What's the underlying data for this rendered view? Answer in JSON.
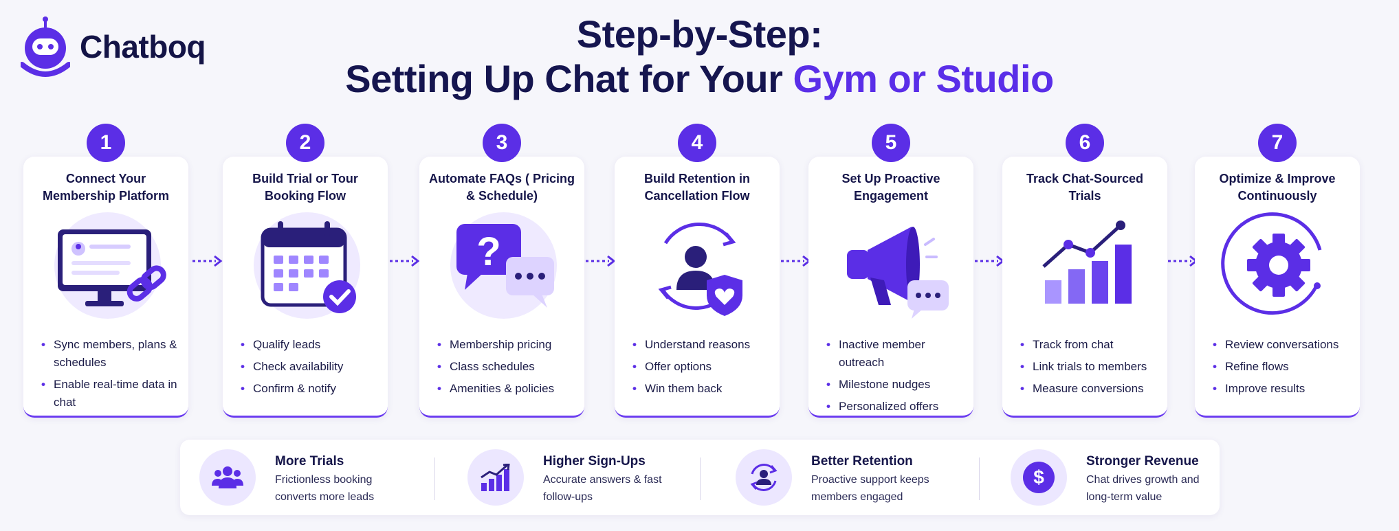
{
  "brand": {
    "name": "Chatboq",
    "icon": "robot-chat-icon"
  },
  "title": {
    "line1": "Step-by-Step:",
    "line2_main": "Setting Up Chat for Your ",
    "line2_accent": "Gym or Studio"
  },
  "colors": {
    "accent": "#5b2ee6",
    "dark": "#16164a",
    "background": "#f6f6fb",
    "light_accent": "#efeaff"
  },
  "steps": [
    {
      "number": "1",
      "title": "Connect Your Membership Platform",
      "icon": "monitor-link-icon",
      "bullets": [
        "Sync members, plans & schedules",
        "Enable real-time data in chat"
      ]
    },
    {
      "number": "2",
      "title": "Build Trial or Tour Booking Flow",
      "icon": "calendar-check-icon",
      "bullets": [
        "Qualify leads",
        "Check availability",
        "Confirm & notify"
      ]
    },
    {
      "number": "3",
      "title": "Automate FAQs ( Pricing & Schedule)",
      "icon": "question-chat-icon",
      "bullets": [
        "Membership pricing",
        "Class schedules",
        "Amenities & policies"
      ]
    },
    {
      "number": "4",
      "title": "Build Retention in Cancellation Flow",
      "icon": "user-retention-shield-icon",
      "bullets": [
        "Understand reasons",
        "Offer options",
        "Win them back"
      ]
    },
    {
      "number": "5",
      "title": "Set Up Proactive Engagement",
      "icon": "megaphone-icon",
      "bullets": [
        "Inactive member outreach",
        "Milestone nudges",
        "Personalized offers"
      ]
    },
    {
      "number": "6",
      "title": "Track Chat-Sourced Trials",
      "icon": "growth-chart-icon",
      "bullets": [
        "Track from chat",
        "Link trials to members",
        "Measure conversions"
      ]
    },
    {
      "number": "7",
      "title": "Optimize & Improve Continuously",
      "icon": "gear-cycle-icon",
      "bullets": [
        "Review conversations",
        "Refine flows",
        "Improve results"
      ]
    }
  ],
  "benefits": [
    {
      "title": "More Trials",
      "desc": "Frictionless booking converts more leads",
      "icon": "users-icon"
    },
    {
      "title": "Higher Sign-Ups",
      "desc": "Accurate answers & fast follow-ups",
      "icon": "bar-growth-icon"
    },
    {
      "title": "Better Retention",
      "desc": "Proactive support keeps members engaged",
      "icon": "user-cycle-icon"
    },
    {
      "title": "Stronger Revenue",
      "desc": "Chat drives growth and long-term value",
      "icon": "dollar-icon"
    }
  ]
}
